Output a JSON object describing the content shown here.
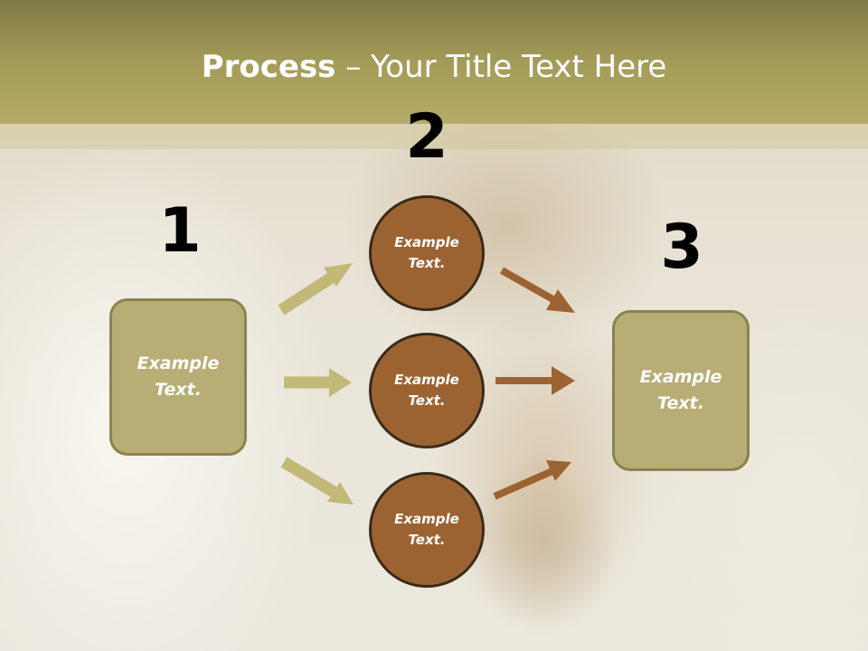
{
  "title": {
    "bold": "Process",
    "rest": " – Your Title Text Here"
  },
  "steps": {
    "one": "1",
    "two": "2",
    "three": "3"
  },
  "left_box": {
    "text": "Example\nText."
  },
  "circles": [
    {
      "text": "Example\nText."
    },
    {
      "text": "Example\nText."
    },
    {
      "text": "Example\nText."
    }
  ],
  "right_box": {
    "text": "Example\nText."
  },
  "colors": {
    "header": "#a39b58",
    "box_fill": "#b8ad74",
    "circle_fill": "#9c6332",
    "arrow_light": "#c2b878",
    "arrow_dark": "#9c6332"
  }
}
